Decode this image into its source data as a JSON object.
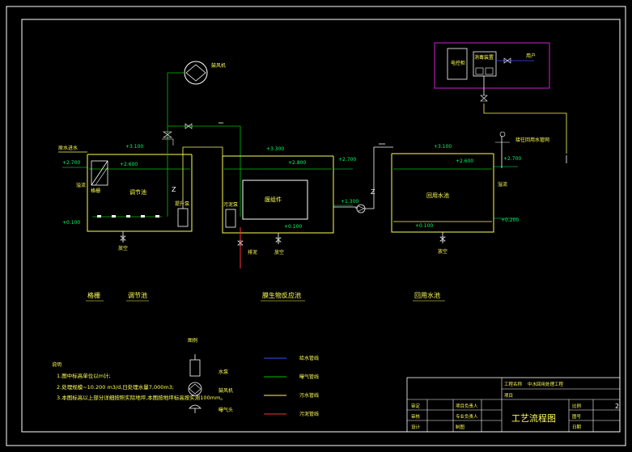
{
  "colors": {
    "background": "#000000",
    "frame": "#ffffff",
    "tank": "#ffff55",
    "water_line": "#00c000",
    "air_line": "#00c000",
    "sewage_line": "#ffff55",
    "sludge_line": "#ff3030",
    "process_line": "#3050ff",
    "label": "#ffff55",
    "level": "#00ff66",
    "equipment": "#ffffff",
    "control_box": "#cc22cc"
  },
  "title_block": {
    "drawing_title": "工艺流程图",
    "project_label": "工程名称",
    "project_name": "中水回用处理工程",
    "item_label": "项目",
    "item_value": "",
    "scale_label": "比例",
    "drawing_no_label": "图号",
    "date_label": "日期",
    "page": "2",
    "rows": [
      "审定",
      "审核",
      "设计"
    ],
    "roles": [
      "项目负责人",
      "专业负责人",
      "制图"
    ]
  },
  "tanks": {
    "regulating": {
      "name": "调节池",
      "grille": "格栅",
      "inner": "调节池",
      "top_level": "+3.100",
      "side_level": "+2.700",
      "mid_level": "+2.600",
      "bottom_level": "+0.100",
      "inlet": "原水进水",
      "overflow": "溢流",
      "drain": "放空",
      "lift_pump": "提升泵"
    },
    "mbr": {
      "name": "膜生物反应池",
      "membrane": "膜组件",
      "top_level": "+3.300",
      "mid_level": "+2.800",
      "side_level1": "+2.700",
      "side_level2": "+1.300",
      "bottom_level": "+0.100",
      "sludge_pump": "污泥泵",
      "sludge_out": "排泥",
      "drain": "放空"
    },
    "reuse": {
      "name": "回用水池",
      "inner": "回用水池",
      "top_level": "+3.100",
      "mid_level": "+2.600",
      "side_level": "+2.700",
      "lower_level": "+0.200",
      "bottom_level": "+0.100",
      "drain": "放空",
      "overflow": "溢流",
      "supply": "接往回用水管网"
    }
  },
  "equipment": {
    "blower": "鼓风机",
    "control_cabinet": "电控柜",
    "disinfection": "消毒装置",
    "user": "用户"
  },
  "bottom_labels": [
    "格栅",
    "调节池",
    "膜生物反应池",
    "回用水池"
  ],
  "notes": {
    "heading": "说明",
    "items": [
      "1.图中标高单位以m计;",
      "2.处理规模~10.200 m3/d,日处理水量7,000m3;",
      "3.本图标高以上部分详细按照实际地坪,本图按地坪标高按实测100mm。"
    ]
  },
  "equipment_legend": {
    "heading": "图例",
    "items": [
      "水泵",
      "鼓风机",
      "曝气头"
    ]
  },
  "line_legend": {
    "items": [
      {
        "label": "给水管线",
        "color": "#3050ff"
      },
      {
        "label": "曝气管线",
        "color": "#00c000"
      },
      {
        "label": "污水管线",
        "color": "#ffff55"
      },
      {
        "label": "污泥管线",
        "color": "#ff3030"
      }
    ]
  }
}
